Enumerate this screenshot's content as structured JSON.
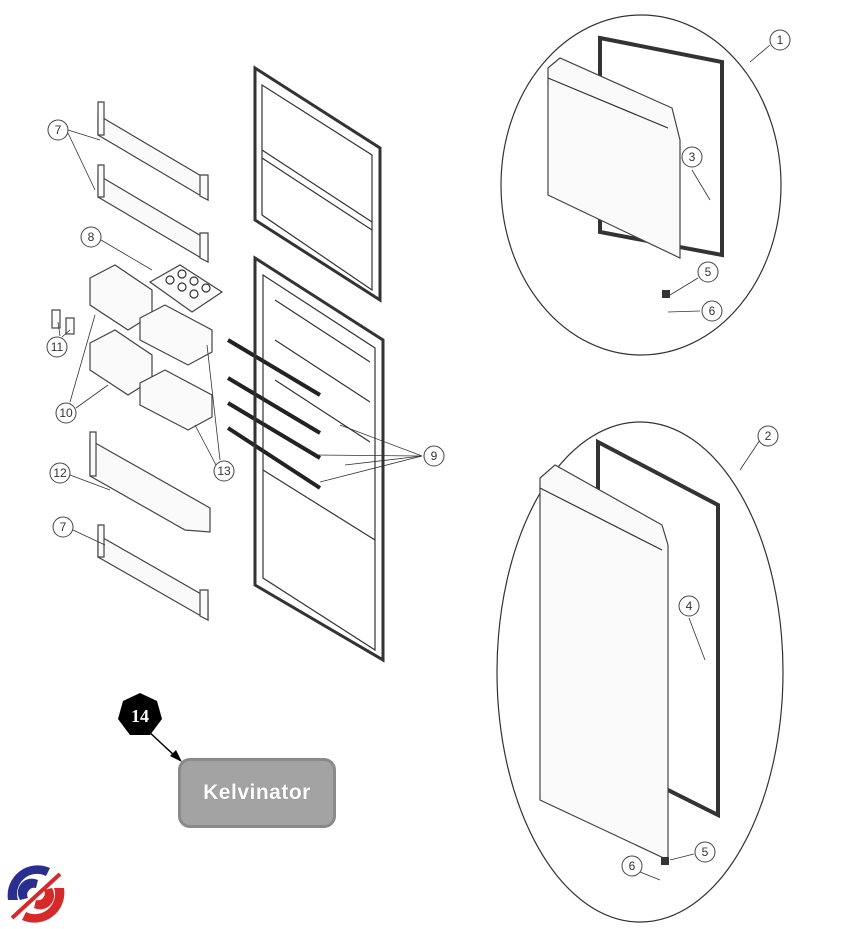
{
  "diagram": {
    "callouts": {
      "shelf_top": "7",
      "egg_tray": "8",
      "hinge_clips": "11",
      "bins_left": "10",
      "large_shelf": "12",
      "shelf_bottom": "7",
      "bins_right": "13",
      "rails": "9",
      "freezer_door": "1",
      "freezer_gasket": "3",
      "freezer_hinge": "5",
      "freezer_screw": "6",
      "fridge_door": "2",
      "fridge_gasket": "4",
      "fridge_hinge": "5",
      "fridge_screw": "6"
    },
    "badge_number": "14",
    "brand_label": "Kelvinator",
    "colors": {
      "logo_blue": "#2a2f8f",
      "logo_red": "#d62a2a",
      "badge_gray": "#a3a3a3"
    }
  }
}
